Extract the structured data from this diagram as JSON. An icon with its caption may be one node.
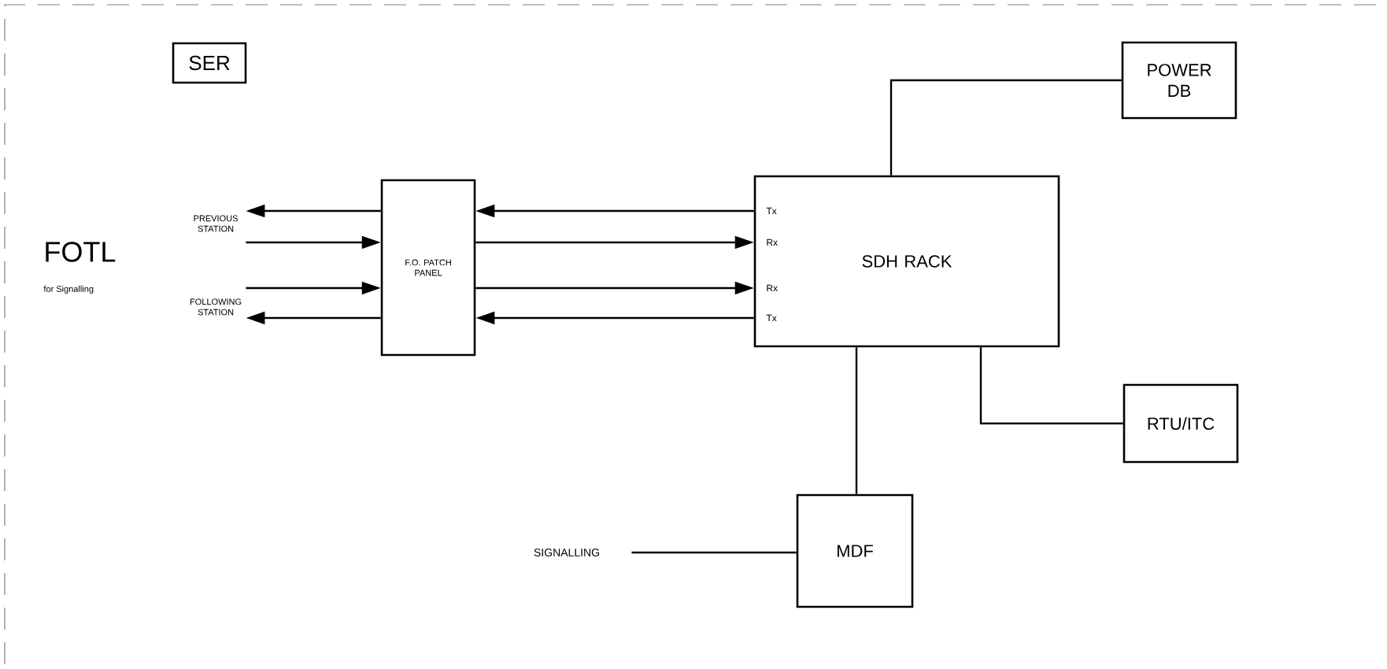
{
  "diagram": {
    "nodes": [
      {
        "text": [
          "SER"
        ]
      },
      {
        "text": [
          "PREVIOUS STATION"
        ]
      },
      {
        "text": [
          "FOLLOWING STATION"
        ]
      },
      {
        "text": [
          "F.O. PATCH PANEL"
        ]
      },
      {
        "text": [
          "SDH RACK"
        ]
      },
      {
        "text": [
          "POWER DB"
        ]
      },
      {
        "text": [
          "RTU/ITC"
        ]
      },
      {
        "text": [
          "MDF"
        ]
      },
      {
        "text": [
          "SIGNALLING"
        ]
      }
    ],
    "edges": [
      {
        "from": 3,
        "to": 1,
        "arrow": "to"
      },
      {
        "from": 1,
        "to": 3,
        "arrow": "to"
      },
      {
        "from": 2,
        "to": 3,
        "arrow": "to"
      },
      {
        "from": 3,
        "to": 2,
        "arrow": "to"
      },
      {
        "from": 4,
        "to": 3,
        "arrow": "to"
      },
      {
        "from": 3,
        "to": 4,
        "arrow": "to"
      },
      {
        "from": 3,
        "to": 4,
        "arrow": "to"
      },
      {
        "from": 4,
        "to": 3,
        "arrow": "to"
      },
      {
        "from": 4,
        "to": 5,
        "arrow": "none"
      },
      {
        "from": 4,
        "to": 7,
        "arrow": "none"
      },
      {
        "from": 4,
        "to": 6,
        "arrow": "none"
      },
      {
        "from": 8,
        "to": 7,
        "arrow": "none"
      }
    ],
    "labels": [
      "FOTL",
      "for Signalling",
      "Tx",
      "Rx",
      "Rx",
      "Tx"
    ]
  }
}
